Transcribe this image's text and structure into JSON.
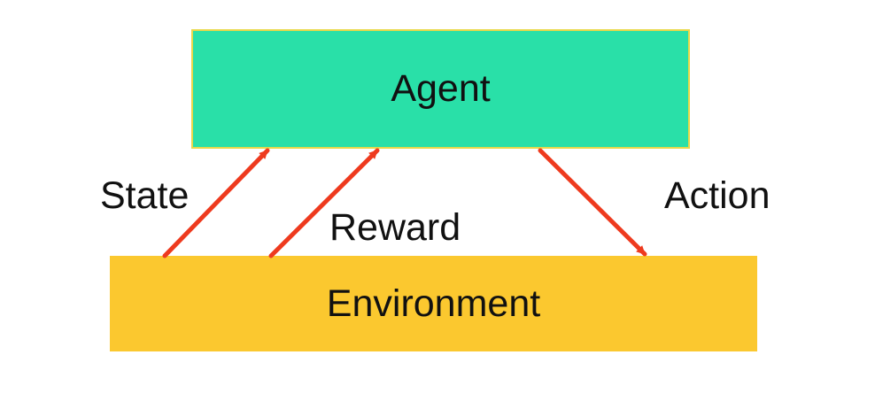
{
  "diagram": {
    "agent": {
      "label": "Agent"
    },
    "environment": {
      "label": "Environment"
    },
    "edges": {
      "state": {
        "label": "State"
      },
      "reward": {
        "label": "Reward"
      },
      "action": {
        "label": "Action"
      }
    }
  },
  "colors": {
    "agent_fill": "#29e0a8",
    "environment_fill": "#fbc82f",
    "arrow": "#ee3a1e",
    "text": "#111111"
  }
}
